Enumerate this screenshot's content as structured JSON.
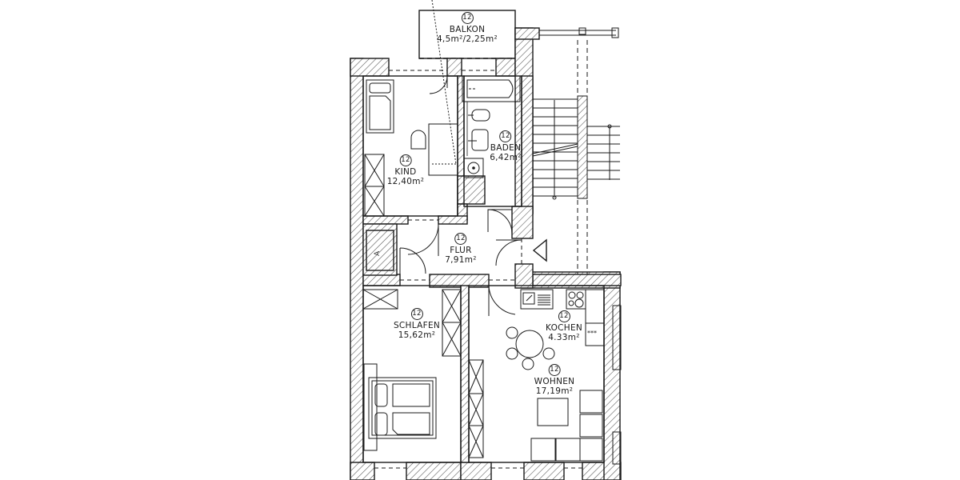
{
  "plan": {
    "unit_number": "12",
    "colors": {
      "line": "#1a1a1a",
      "hatch": "#555555",
      "background": "#ffffff"
    },
    "rooms": [
      {
        "id": "balkon",
        "name": "BALKON",
        "area": "4,5m²/2,25m²",
        "number": "12"
      },
      {
        "id": "kind",
        "name": "KIND",
        "area": "12,40m²",
        "number": "12"
      },
      {
        "id": "baden",
        "name": "BADEN",
        "area": "6,42m²",
        "number": "12"
      },
      {
        "id": "flur",
        "name": "FLUR",
        "area": "7,91m²",
        "number": "12"
      },
      {
        "id": "schlafen",
        "name": "SCHLAFEN",
        "area": "15,62m²",
        "number": "12"
      },
      {
        "id": "kochen",
        "name": "KOCHEN",
        "area": "4.33m²",
        "number": "12"
      },
      {
        "id": "wohnen",
        "name": "WOHNEN",
        "area": "17,19m²",
        "number": "12"
      }
    ],
    "symbols": {
      "entrance": "entrance-triangle-icon",
      "stairs": "staircase-icon",
      "bathtub": "bathtub-icon",
      "toilet": "toilet-icon",
      "sink": "sink-icon",
      "washing_machine": "washing-machine-icon",
      "stove": "stove-icon",
      "kitchen_sink": "kitchen-sink-icon",
      "dining_table": "dining-table-icon",
      "double_bed": "double-bed-icon",
      "single_bed": "single-bed-icon",
      "desk": "desk-icon",
      "wardrobe": "wardrobe-icon",
      "sofa": "sofa-icon",
      "radiator_shaft": "shaft-icon"
    }
  }
}
